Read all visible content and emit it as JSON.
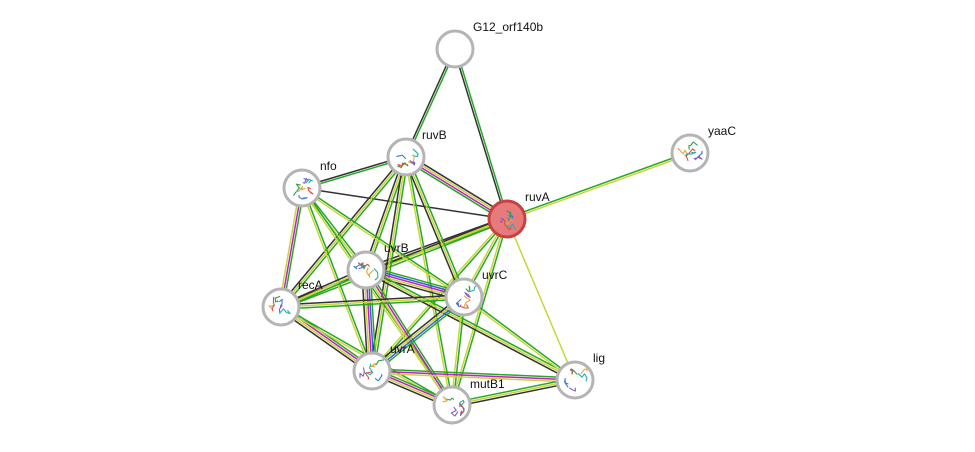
{
  "network": {
    "nodes": [
      {
        "id": "G12_orf140b",
        "label": "G12_orf140b",
        "query": false,
        "has_structure": false
      },
      {
        "id": "ruvB",
        "label": "ruvB",
        "query": false,
        "has_structure": true
      },
      {
        "id": "nfo",
        "label": "nfo",
        "query": false,
        "has_structure": true
      },
      {
        "id": "ruvA",
        "label": "ruvA",
        "query": true,
        "has_structure": true
      },
      {
        "id": "yaaC",
        "label": "yaaC",
        "query": false,
        "has_structure": true
      },
      {
        "id": "uvrB",
        "label": "uvrB",
        "query": false,
        "has_structure": true
      },
      {
        "id": "uvrC",
        "label": "uvrC",
        "query": false,
        "has_structure": true
      },
      {
        "id": "recA",
        "label": "recA",
        "query": false,
        "has_structure": true
      },
      {
        "id": "uvrA",
        "label": "uvrA",
        "query": false,
        "has_structure": true
      },
      {
        "id": "mutB1",
        "label": "mutB1",
        "query": false,
        "has_structure": true
      },
      {
        "id": "lig",
        "label": "lig",
        "query": false,
        "has_structure": true
      }
    ],
    "edges": [
      {
        "source": "G12_orf140b",
        "target": "ruvB",
        "evidence": [
          "green",
          "black"
        ]
      },
      {
        "source": "G12_orf140b",
        "target": "ruvA",
        "evidence": [
          "green",
          "black"
        ]
      },
      {
        "source": "ruvA",
        "target": "yaaC",
        "evidence": [
          "green",
          "yellow"
        ]
      },
      {
        "source": "ruvA",
        "target": "ruvB",
        "evidence": [
          "green",
          "magenta",
          "yellow",
          "black"
        ]
      },
      {
        "source": "ruvA",
        "target": "nfo",
        "evidence": [
          "black"
        ]
      },
      {
        "source": "ruvA",
        "target": "uvrB",
        "evidence": [
          "green",
          "yellow",
          "black"
        ]
      },
      {
        "source": "ruvA",
        "target": "uvrC",
        "evidence": [
          "green",
          "yellow"
        ]
      },
      {
        "source": "ruvA",
        "target": "recA",
        "evidence": [
          "green",
          "yellow",
          "black"
        ]
      },
      {
        "source": "ruvA",
        "target": "uvrA",
        "evidence": [
          "green",
          "yellow"
        ]
      },
      {
        "source": "ruvA",
        "target": "mutB1",
        "evidence": [
          "green",
          "yellow"
        ]
      },
      {
        "source": "ruvA",
        "target": "lig",
        "evidence": [
          "yellow"
        ]
      },
      {
        "source": "ruvB",
        "target": "nfo",
        "evidence": [
          "green",
          "black"
        ]
      },
      {
        "source": "ruvB",
        "target": "uvrB",
        "evidence": [
          "green",
          "yellow",
          "black"
        ]
      },
      {
        "source": "ruvB",
        "target": "uvrC",
        "evidence": [
          "green",
          "yellow",
          "black"
        ]
      },
      {
        "source": "ruvB",
        "target": "recA",
        "evidence": [
          "green",
          "yellow",
          "black"
        ]
      },
      {
        "source": "ruvB",
        "target": "uvrA",
        "evidence": [
          "green",
          "yellow",
          "black"
        ]
      },
      {
        "source": "ruvB",
        "target": "mutB1",
        "evidence": [
          "green",
          "yellow"
        ]
      },
      {
        "source": "nfo",
        "target": "uvrB",
        "evidence": [
          "green",
          "yellow"
        ]
      },
      {
        "source": "nfo",
        "target": "uvrC",
        "evidence": [
          "green",
          "yellow"
        ]
      },
      {
        "source": "nfo",
        "target": "recA",
        "evidence": [
          "green",
          "magenta",
          "yellow"
        ]
      },
      {
        "source": "nfo",
        "target": "uvrA",
        "evidence": [
          "green",
          "yellow"
        ]
      },
      {
        "source": "nfo",
        "target": "mutB1",
        "evidence": [
          "green",
          "yellow"
        ]
      },
      {
        "source": "uvrB",
        "target": "uvrC",
        "evidence": [
          "green",
          "blue",
          "magenta",
          "yellow",
          "black"
        ]
      },
      {
        "source": "uvrB",
        "target": "recA",
        "evidence": [
          "green",
          "yellow",
          "black"
        ]
      },
      {
        "source": "uvrB",
        "target": "uvrA",
        "evidence": [
          "green",
          "blue",
          "magenta",
          "yellow",
          "black"
        ]
      },
      {
        "source": "uvrB",
        "target": "mutB1",
        "evidence": [
          "green",
          "magenta",
          "yellow"
        ]
      },
      {
        "source": "uvrB",
        "target": "lig",
        "evidence": [
          "green",
          "yellow",
          "black"
        ]
      },
      {
        "source": "uvrC",
        "target": "recA",
        "evidence": [
          "green",
          "yellow",
          "black"
        ]
      },
      {
        "source": "uvrC",
        "target": "uvrA",
        "evidence": [
          "green",
          "blue",
          "yellow",
          "black"
        ]
      },
      {
        "source": "uvrC",
        "target": "mutB1",
        "evidence": [
          "green",
          "yellow"
        ]
      },
      {
        "source": "uvrC",
        "target": "lig",
        "evidence": [
          "green",
          "yellow"
        ]
      },
      {
        "source": "recA",
        "target": "uvrA",
        "evidence": [
          "green",
          "magenta",
          "yellow",
          "black"
        ]
      },
      {
        "source": "recA",
        "target": "mutB1",
        "evidence": [
          "green",
          "yellow"
        ]
      },
      {
        "source": "uvrA",
        "target": "mutB1",
        "evidence": [
          "green",
          "magenta",
          "yellow",
          "black"
        ]
      },
      {
        "source": "uvrA",
        "target": "lig",
        "evidence": [
          "green",
          "magenta",
          "yellow"
        ]
      },
      {
        "source": "mutB1",
        "target": "lig",
        "evidence": [
          "green",
          "yellow",
          "black"
        ]
      }
    ]
  },
  "colors": {
    "green": "#27a827",
    "black": "#333333",
    "yellow": "#c9d53a",
    "magenta": "#c21ec9",
    "blue": "#3b5fd6",
    "node_border": "#b4b4b4",
    "query_fill": "#e77a7a",
    "query_border": "#c8413e",
    "label": "#111111"
  }
}
